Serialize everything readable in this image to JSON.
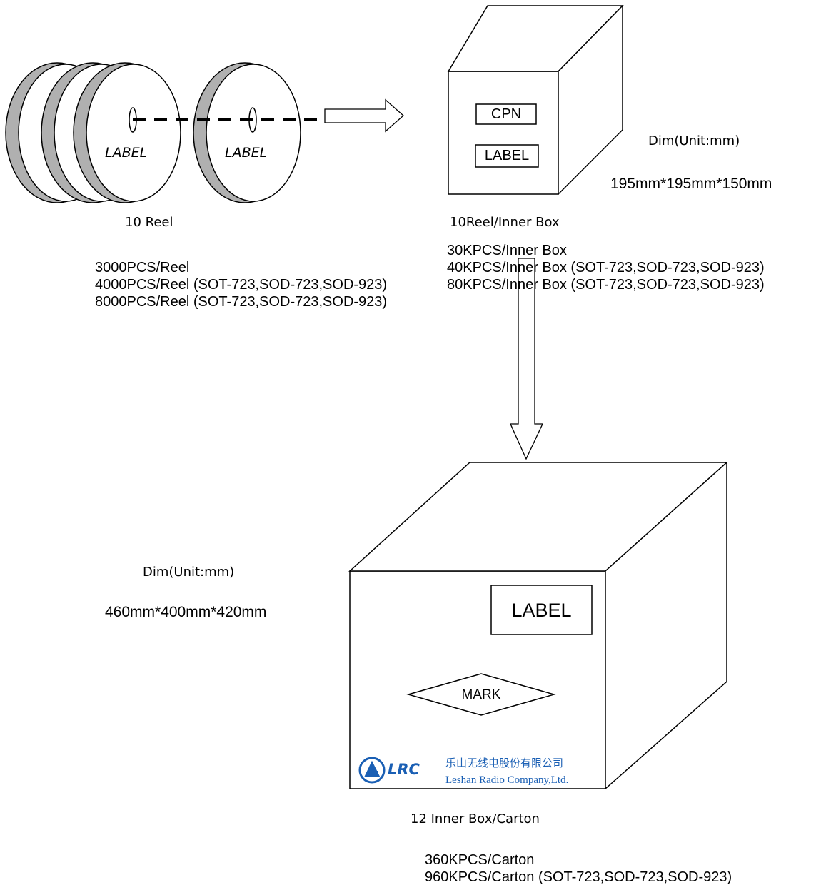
{
  "reels": {
    "label_text": "LABEL",
    "count_caption": "10 Reel",
    "pcs_lines": [
      "3000PCS/Reel",
      "4000PCS/Reel (SOT-723,SOD-723,SOD-923)",
      "8000PCS/Reel (SOT-723,SOD-723,SOD-923)"
    ]
  },
  "inner_box": {
    "cpn_label": "CPN",
    "label_text": "LABEL",
    "dim_caption": "Dim(Unit:mm)",
    "dimensions": "195mm*195mm*150mm",
    "count_caption": "10Reel/Inner Box",
    "pcs_lines": [
      "30KPCS/Inner Box",
      "40KPCS/Inner Box (SOT-723,SOD-723,SOD-923)",
      "80KPCS/Inner Box (SOT-723,SOD-723,SOD-923)"
    ]
  },
  "carton": {
    "label_text": "LABEL",
    "mark_text": "MARK",
    "logo_text": "LRC",
    "company_cn": "乐山无线电股份有限公司",
    "company_en": "Leshan Radio Company,Ltd.",
    "dim_caption": "Dim(Unit:mm)",
    "dimensions": "460mm*400mm*420mm",
    "count_caption": "12 Inner Box/Carton",
    "pcs_lines": [
      "360KPCS/Carton",
      "960KPCS/Carton (SOT-723,SOD-723,SOD-923)"
    ]
  },
  "colors": {
    "reel_rim": "#b0b0b0",
    "logo_blue": "#1a5fb4",
    "stroke": "#000000"
  },
  "icons": {
    "logo": "lrc-logo-icon"
  }
}
